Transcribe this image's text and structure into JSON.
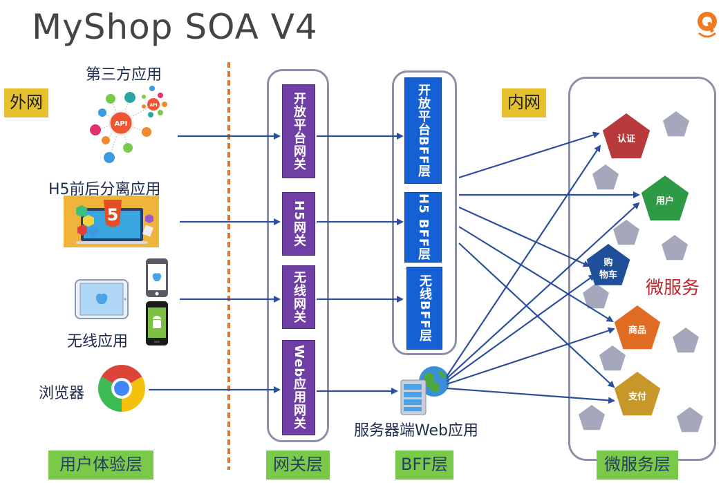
{
  "title": "MyShop SOA V4",
  "logo_icon": "orange-q-logo-icon",
  "zones": {
    "external": "外网",
    "internal": "内网"
  },
  "clients": [
    {
      "label": "第三方应用",
      "icon": "api-network-icon"
    },
    {
      "label": "H5前后分离应用",
      "icon": "html5-laptop-icon"
    },
    {
      "label": "无线应用",
      "icon": "mobile-devices-icon"
    },
    {
      "label": "浏览器",
      "icon": "chrome-browser-icon"
    }
  ],
  "gateways": [
    "开放平台网关",
    "H5网关",
    "无线网关",
    "Web应用网关"
  ],
  "bffs": [
    "开放平台BFF层",
    "H5 BFF层",
    "无线BFF层"
  ],
  "server_web_app": {
    "label": "服务器端Web应用",
    "icon": "server-globe-icon"
  },
  "microservices": {
    "label": "微服务",
    "services": [
      {
        "name": "认证",
        "color": "#b93a3a"
      },
      {
        "name": "用户",
        "color": "#2f9a45"
      },
      {
        "name": "购物车",
        "color": "#1f4f98"
      },
      {
        "name": "商品",
        "color": "#e06b22"
      },
      {
        "name": "支付",
        "color": "#c8972a"
      }
    ],
    "placeholder_color": "#a5a7bd"
  },
  "layers": [
    "用户体验层",
    "网关层",
    "BFF层",
    "微服务层"
  ],
  "colors": {
    "arrow": "#2b4f9a",
    "divider": "#e0762c",
    "gateway": "#6f3fa6",
    "bff": "#1560d4",
    "zone_tag": "#e5c02f",
    "layer_tag": "#7ac94a",
    "microservice_label": "#c0262c"
  }
}
